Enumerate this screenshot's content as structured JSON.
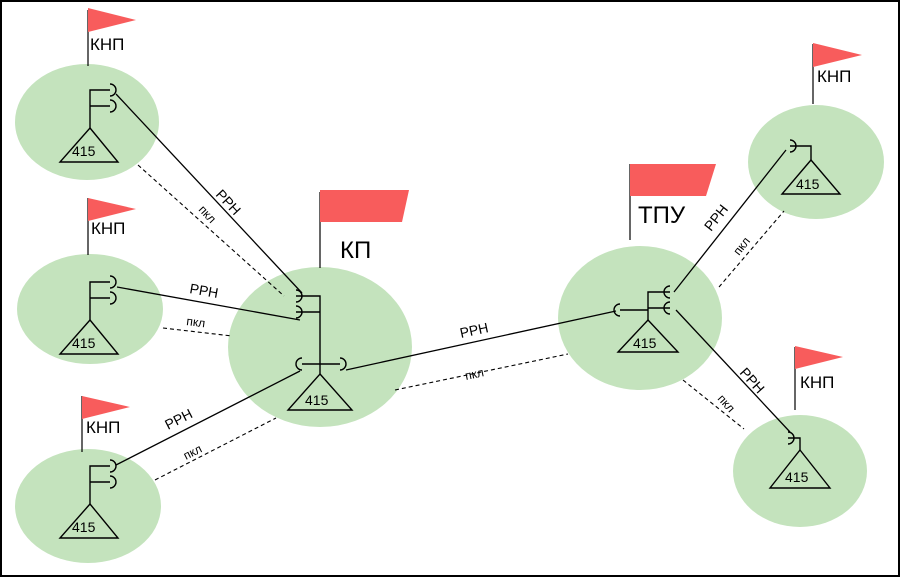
{
  "node_label": "КНП",
  "center_label": "КП",
  "right_label": "ТПУ",
  "station_number": "415",
  "link_radio": "РРН",
  "link_cable": "пкл",
  "colors": {
    "node_fill": "#c4e3bd",
    "flag": "#f85c5c"
  }
}
